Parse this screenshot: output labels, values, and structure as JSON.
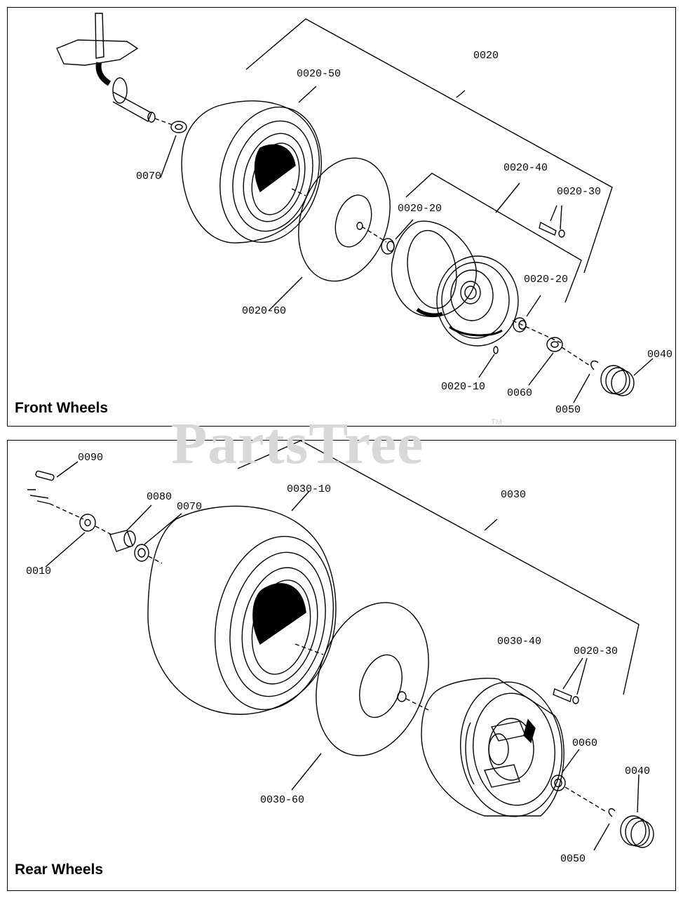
{
  "watermark": {
    "text": "PartsTree",
    "trademark": "TM"
  },
  "front_panel": {
    "title": "Front Wheels",
    "callouts": {
      "c0020": "0020",
      "c0020_50": "0020-50",
      "c0070": "0070",
      "c0020_60": "0020-60",
      "c0020_40": "0020-40",
      "c0020_30": "0020-30",
      "c0020_20a": "0020-20",
      "c0020_20b": "0020-20",
      "c0020_10": "0020-10",
      "c0060": "0060",
      "c0050": "0050",
      "c0040": "0040"
    }
  },
  "rear_panel": {
    "title": "Rear Wheels",
    "callouts": {
      "c0090": "0090",
      "c0080": "0080",
      "c0070": "0070",
      "c0030_10": "0030-10",
      "c0030": "0030",
      "c0010": "0010",
      "c0030_40": "0030-40",
      "c0020_30": "0020-30",
      "c0060": "0060",
      "c0040": "0040",
      "c0030_60": "0030-60",
      "c0050": "0050"
    }
  }
}
